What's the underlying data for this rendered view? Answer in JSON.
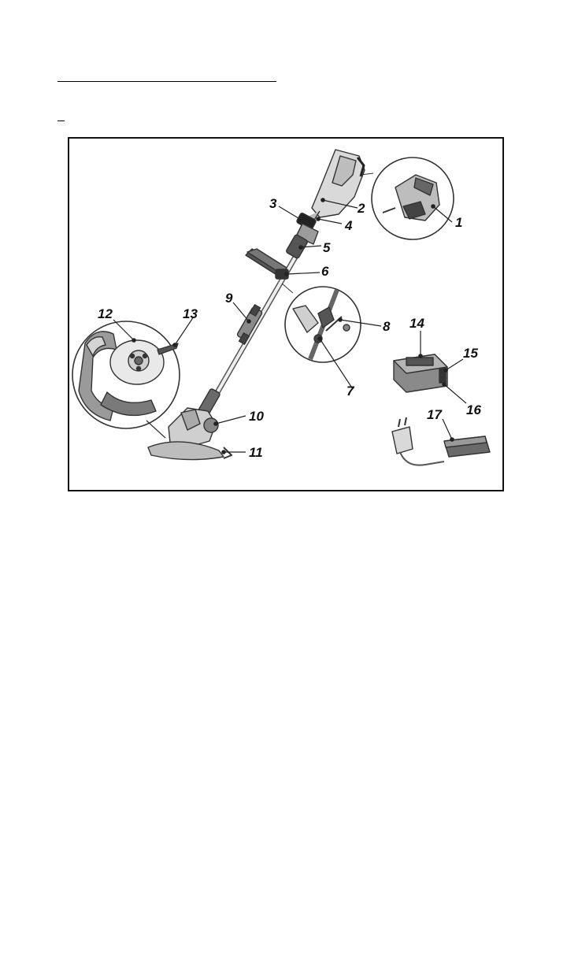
{
  "figure": {
    "callouts": [
      {
        "id": "callout-1",
        "label": "1"
      },
      {
        "id": "callout-2",
        "label": "2"
      },
      {
        "id": "callout-3",
        "label": "3"
      },
      {
        "id": "callout-4",
        "label": "4"
      },
      {
        "id": "callout-5",
        "label": "5"
      },
      {
        "id": "callout-6",
        "label": "6"
      },
      {
        "id": "callout-7",
        "label": "7"
      },
      {
        "id": "callout-8",
        "label": "8"
      },
      {
        "id": "callout-9",
        "label": "9"
      },
      {
        "id": "callout-10",
        "label": "10"
      },
      {
        "id": "callout-11",
        "label": "11"
      },
      {
        "id": "callout-12",
        "label": "12"
      },
      {
        "id": "callout-13",
        "label": "13"
      },
      {
        "id": "callout-14",
        "label": "14"
      },
      {
        "id": "callout-15",
        "label": "15"
      },
      {
        "id": "callout-16",
        "label": "16"
      },
      {
        "id": "callout-17",
        "label": "17"
      }
    ]
  }
}
